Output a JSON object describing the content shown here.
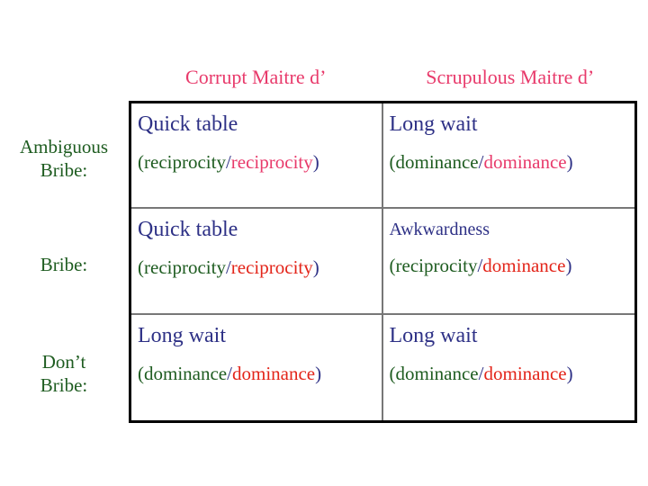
{
  "slide": {
    "background": "#ffffff"
  },
  "colors": {
    "header_pink": "#e83a6b",
    "outcome_navy": "#2e3186",
    "label_green": "#1e5c20",
    "payoff_first_green": "#1e5c20",
    "payoff_second_pink": "#e83a6b",
    "payoff_second_red": "#e3251a",
    "punctuation_navy": "#2e3186",
    "table_outer_border": "#000000",
    "table_inner_border": "#777777"
  },
  "matrix": {
    "column_headers": [
      "Corrupt Maitre d’",
      "Scrupulous Maitre d’"
    ],
    "row_labels": [
      {
        "line1": "Ambiguous",
        "line2": "Bribe:"
      },
      {
        "line1": "Bribe:"
      },
      {
        "line1": "Don’t",
        "line2": "Bribe:"
      }
    ],
    "punctuation": {
      "open": "(",
      "slash": "/",
      "close": ")"
    },
    "cells": {
      "r1c1": {
        "title": "Quick table",
        "first": "reciprocity",
        "second": "reciprocity",
        "second_color": "#e83a6b"
      },
      "r1c2": {
        "title": "Long wait",
        "first": "dominance",
        "second": "dominance",
        "second_color": "#e83a6b"
      },
      "r2c1": {
        "title": "Quick table",
        "first": "reciprocity",
        "second": "reciprocity",
        "second_color": "#e3251a"
      },
      "r2c2": {
        "title": "Awkwardness",
        "first": "reciprocity",
        "second": "dominance",
        "second_color": "#e3251a"
      },
      "r3c1": {
        "title": "Long wait",
        "first": "dominance",
        "second": "dominance",
        "second_color": "#e3251a"
      },
      "r3c2": {
        "title": "Long wait",
        "first": "dominance",
        "second": "dominance",
        "second_color": "#e3251a"
      }
    }
  }
}
